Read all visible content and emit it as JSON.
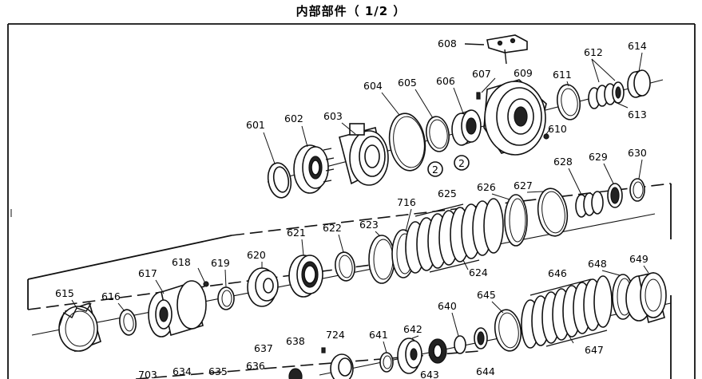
{
  "title": "内部部件（ 1/2 ）",
  "labels": {
    "p601": "601",
    "p602": "602",
    "p603": "603",
    "p604": "604",
    "p605": "605",
    "p606": "606",
    "p607": "607",
    "p608": "608",
    "p609": "609",
    "p610": "610",
    "p611": "611",
    "p612": "612",
    "p613": "613",
    "p614": "614",
    "p615": "615",
    "p616": "616",
    "p617": "617",
    "p618": "618",
    "p619": "619",
    "p620": "620",
    "p621": "621",
    "p622": "622",
    "p623": "623",
    "p716": "716",
    "p625": "625",
    "p624": "624",
    "p626": "626",
    "p627": "627",
    "p628": "628",
    "p629": "629",
    "p630": "630",
    "p703": "703",
    "p634": "634",
    "p635": "635",
    "p636": "636",
    "p637": "637",
    "p638": "638",
    "p724": "724",
    "p641": "641",
    "p642": "642",
    "p640": "640",
    "p643": "643",
    "p644": "644",
    "p645": "645",
    "p646": "646",
    "p647": "647",
    "p648": "648",
    "p649": "649"
  },
  "callout_marks": {
    "m1": "2",
    "m2": "2"
  }
}
